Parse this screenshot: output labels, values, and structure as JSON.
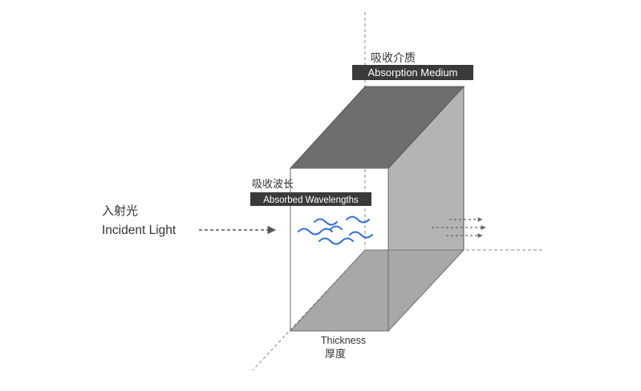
{
  "diagram": {
    "labels": {
      "absorption_medium_cn": "吸收介质",
      "absorption_medium_en": "Absorption Medium",
      "absorbed_wavelengths_cn": "吸收波长",
      "absorbed_wavelengths_en": "Absorbed Wavelengths",
      "incident_light_cn": "入射光",
      "incident_light_en": "Incident Light",
      "thickness_en": "Thickness",
      "thickness_cn": "厚度"
    },
    "colors": {
      "top_face": "#6e6e6e",
      "right_face": "#b4b4b4",
      "bottom_face": "#a8a8a8",
      "edge": "#555555",
      "label_bg": "#3a3a3a",
      "label_text": "#ffffff",
      "text": "#333333",
      "wave": "#2f6fd6",
      "dash": "#6a6a6a"
    }
  }
}
